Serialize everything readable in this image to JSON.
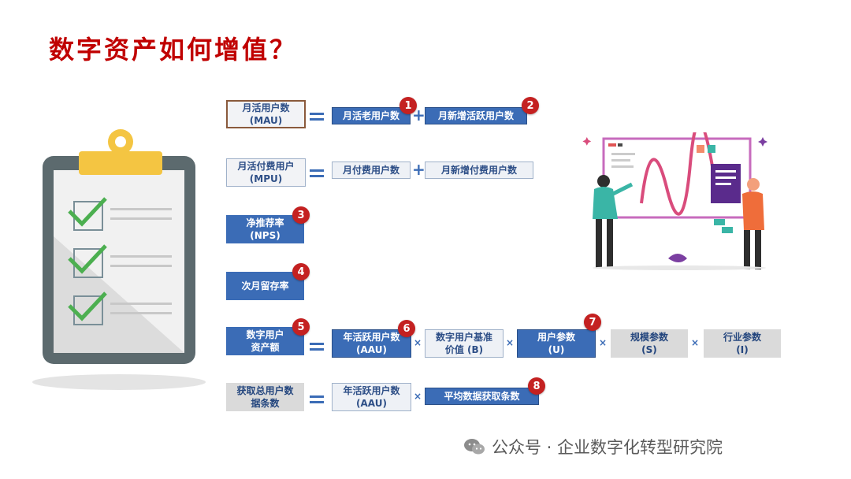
{
  "title": "数字资产如何增值？",
  "rows": {
    "mau": {
      "label": "月活用户数\n(MAU)",
      "t1": "月活老用户数",
      "t2": "月新增活跃用户数",
      "b1": "1",
      "b2": "2"
    },
    "mpu": {
      "label": "月活付费用户\n(MPU)",
      "t1": "月付费用户数",
      "t2": "月新增付费用户数"
    },
    "nps": {
      "label": "净推荐率\n(NPS)",
      "b": "3"
    },
    "retention": {
      "label": "次月留存率",
      "b": "4"
    },
    "asset": {
      "label": "数字用户\n资产额",
      "b": "5",
      "t1": "年活跃用户数\n(AAU)",
      "b1": "6",
      "t2": "数字用户基准\n价值 (B)",
      "t3": "用户参数\n(U)",
      "b3": "7",
      "t4": "规模参数\n(S)",
      "t5": "行业参数\n(I)"
    },
    "data": {
      "label": "获取总用户数\n据条数",
      "t1": "年活跃用户数\n(AAU)",
      "t2": "平均数据获取条数",
      "b2": "8"
    }
  },
  "operators": {
    "plus": "+",
    "times": "×"
  },
  "footer": {
    "text": "公众号 · 企业数字化转型研究院",
    "icon": "wechat-icon"
  },
  "colors": {
    "title": "#c00000",
    "box_blue": "#3b6cb6",
    "badge": "#c42121"
  }
}
